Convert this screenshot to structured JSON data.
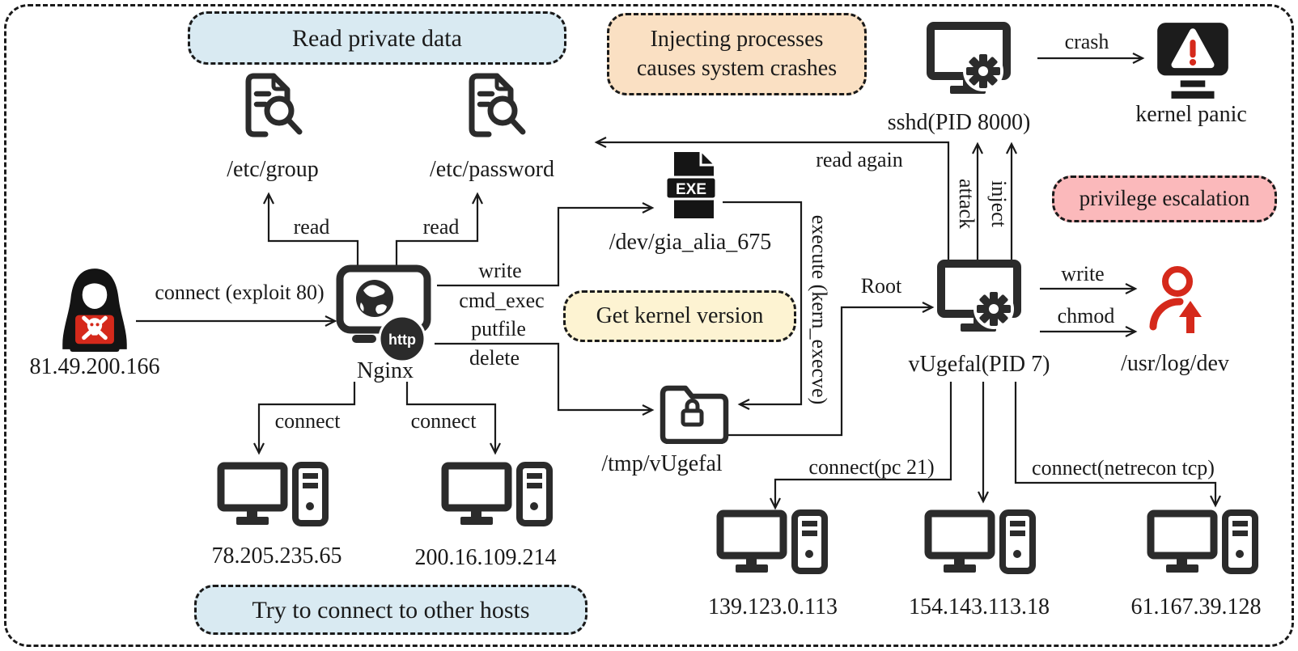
{
  "colors": {
    "ink": "#1a1a1a",
    "icon": "#2b2b2b",
    "red": "#d5291b",
    "blue": "#d9eaf2",
    "peach": "#fae0c3",
    "yellow": "#fdf3d2",
    "pink": "#fbb9bb"
  },
  "callouts": {
    "read_private_data": "Read private data",
    "injecting_line1": "Injecting processes",
    "injecting_line2": "causes system crashes",
    "get_kernel_version": "Get kernel version",
    "privilege_escalation": "privilege escalation",
    "try_connect": "Try to connect to other hosts"
  },
  "nodes": {
    "attacker": {
      "label": "81.49.200.166"
    },
    "nginx": {
      "label": "Nginx",
      "badge": "http"
    },
    "etc_group": {
      "label": "/etc/group"
    },
    "etc_password": {
      "label": "/etc/password"
    },
    "dev_exe": {
      "label": "/dev/gia_alia_675",
      "icon_text": "EXE"
    },
    "tmp_vugefal": {
      "label": "/tmp/vUgefal"
    },
    "vugefal": {
      "label": "vUgefal(PID 7)"
    },
    "sshd": {
      "label": "sshd(PID 8000)"
    },
    "kernel_panic": {
      "label": "kernel panic"
    },
    "usr_log_dev": {
      "label": "/usr/log/dev"
    },
    "host_78": {
      "label": "78.205.235.65"
    },
    "host_200": {
      "label": "200.16.109.214"
    },
    "host_139": {
      "label": "139.123.0.113"
    },
    "host_154": {
      "label": "154.143.113.18"
    },
    "host_61": {
      "label": "61.167.39.128"
    }
  },
  "edges": {
    "connect_exploit": "connect (exploit 80)",
    "read_group": "read",
    "read_password": "read",
    "write_exe": "write",
    "cmd_exec": "cmd_exec",
    "putfile": "putfile",
    "delete": "delete",
    "execute": "execute (kern_execve)",
    "root": "Root",
    "read_again": "read again",
    "attack": "attack",
    "inject": "inject",
    "crash": "crash",
    "write_usr": "write",
    "chmod": "chmod",
    "connect_78": "connect",
    "connect_200": "connect",
    "connect_pc21": "connect(pc 21)",
    "connect_netrecon": "connect(netrecon tcp)"
  }
}
